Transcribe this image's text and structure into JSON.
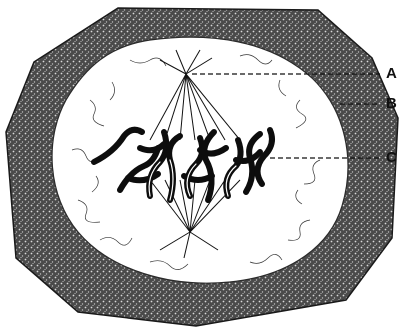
{
  "labels": [
    {
      "id": "A",
      "text": "A"
    },
    {
      "id": "B",
      "text": "B"
    },
    {
      "id": "C",
      "text": "C"
    }
  ],
  "colors": {
    "ink": "#151515",
    "paper": "#ffffff",
    "cytoplasm": "#3a3a3a"
  }
}
